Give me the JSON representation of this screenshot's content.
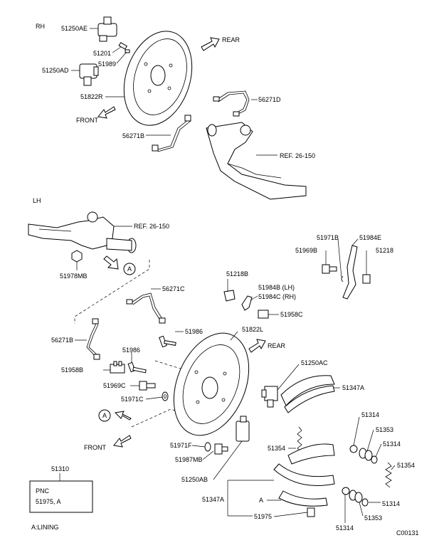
{
  "sections": {
    "rh": "RH",
    "lh": "LH"
  },
  "directions": {
    "rear_top": "REAR",
    "front_top": "FRONT",
    "rear_bottom": "REAR",
    "front_bottom": "FRONT"
  },
  "refs": {
    "ref_top": "REF. 26-150",
    "ref_lh": "REF. 26-150"
  },
  "labels": {
    "p51250AE": "51250AE",
    "p51201": "51201",
    "p51989": "51989",
    "p51250AD": "51250AD",
    "p51822R": "51822R",
    "p56271D": "56271D",
    "p56271B_top": "56271B",
    "p51971B": "51971B",
    "p51984E": "51984E",
    "p51969B": "51969B",
    "p51218": "51218",
    "p51978MB": "51978MB",
    "p51218B": "51218B",
    "p51984B": "51984B (LH)",
    "p51984C": "51984C (RH)",
    "p51958C": "51958C",
    "p56271C": "56271C",
    "p51986_a": "51986",
    "p51822L": "51822L",
    "p56271B_lh": "56271B",
    "p51986_b": "51986",
    "p51958B": "51958B",
    "p51969C": "51969C",
    "p51971C": "51971C",
    "p51250AC": "51250AC",
    "p51347A_r": "51347A",
    "p51314_a": "51314",
    "p51353_a": "51353",
    "p51314_b": "51314",
    "p51354_l": "51354",
    "p51354_r": "51354",
    "p51971F": "51971F",
    "p51987MB": "51987MB",
    "p51250AB": "51250AB",
    "p51310": "51310",
    "p51347A_l": "51347A",
    "pA_label": "A",
    "p51975": "51975",
    "p51314_c": "51314",
    "p51353_b": "51353",
    "p51314_d": "51314"
  },
  "pnc_box": {
    "line1": "PNC",
    "line2": "51975, A"
  },
  "markers": {
    "a1": "A",
    "a2": "A"
  },
  "legend": "A:LINING",
  "figure_code": "C00131"
}
